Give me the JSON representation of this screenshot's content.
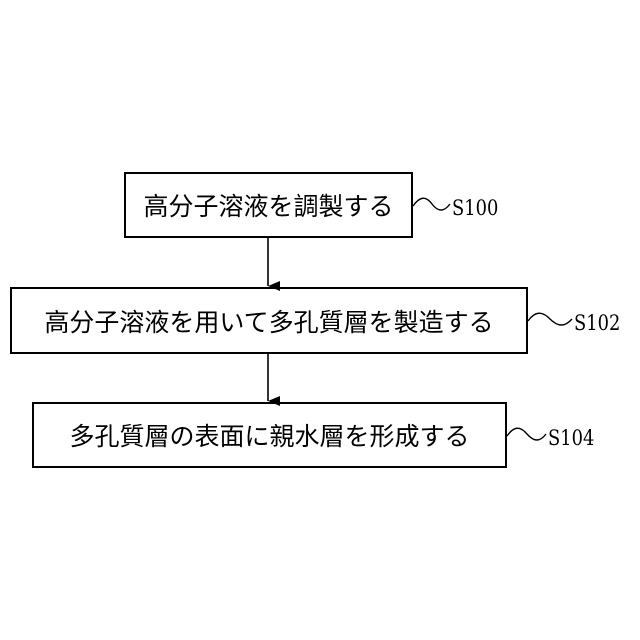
{
  "steps": [
    {
      "id": "S100",
      "label": "高分子溶液を調製する"
    },
    {
      "id": "S102",
      "label": "高分子溶液を用いて多孔質層を製造する"
    },
    {
      "id": "S104",
      "label": "多孔質層の表面に親水層を形成する"
    }
  ]
}
